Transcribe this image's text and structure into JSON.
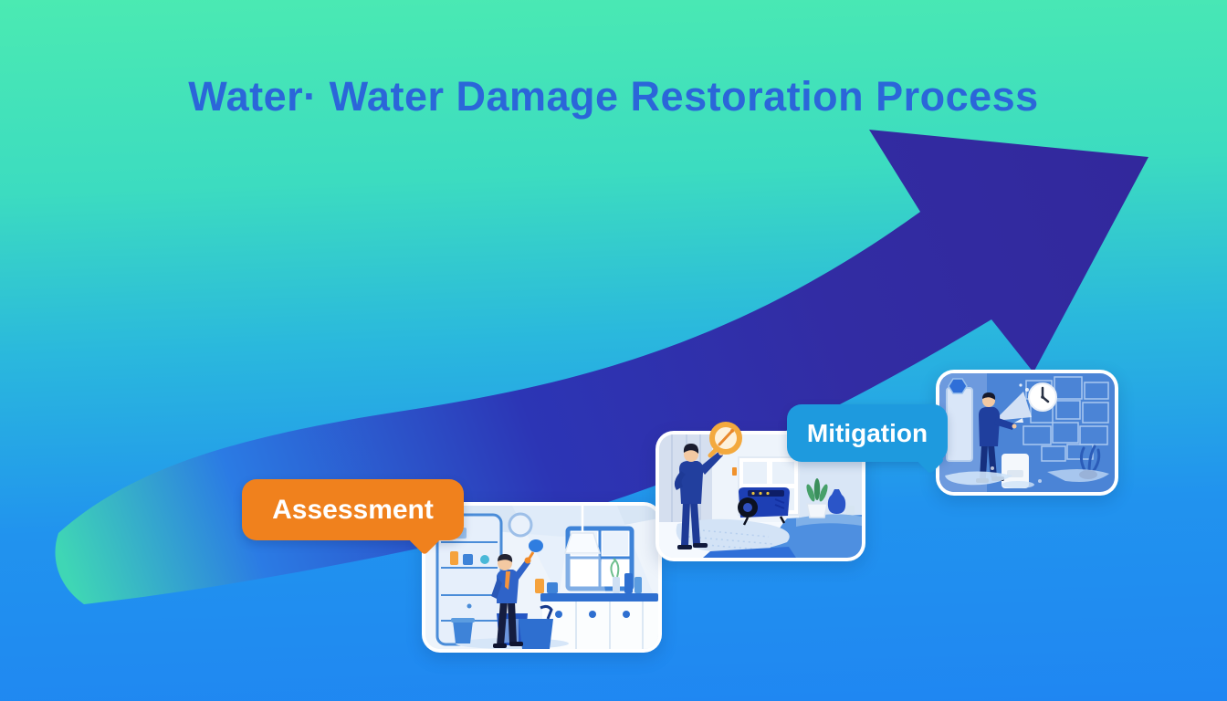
{
  "title": {
    "text": "Water· Water Damage Restoration Process",
    "color": "#2b66d9"
  },
  "background": {
    "gradient_top": "#4beab2",
    "gradient_mid": "#2ab8dd",
    "gradient_bottom": "#1f86f2"
  },
  "arrow": {
    "color_tail": "#3fd6b5",
    "color_mid": "#2c35b5",
    "color_head": "#32289c"
  },
  "steps": [
    {
      "id": "assessment",
      "label": "Assessment",
      "label_bg": "#f0811d",
      "scene_icon": "technician-inspecting-kitchen-scene"
    },
    {
      "id": "mitigation",
      "label": "Mitigation",
      "label_bg": "#1e9ade",
      "scene_icon": "technician-dehumidifier-scene"
    },
    {
      "id": "step-3",
      "scene_icon": "technician-drying-room-scene"
    }
  ],
  "icons": {
    "gauge": "moisture-gauge-icon",
    "clock": "wall-clock-icon"
  }
}
